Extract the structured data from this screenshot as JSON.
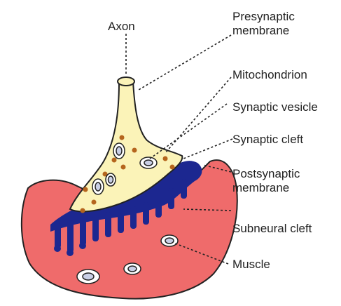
{
  "diagram": {
    "colors": {
      "axon_fill": "#fbf3b8",
      "muscle_fill": "#ef6b6b",
      "membrane_fill": "#1c2790",
      "mitochondrion_fill": "#b5651d",
      "vesicle_fill": "#c9cfe6",
      "outline": "#222222"
    },
    "labels": {
      "axon": "Axon",
      "presynaptic_1": "Presynaptic",
      "presynaptic_2": "membrane",
      "mitochondrion": "Mitochondrion",
      "synaptic_vesicle": "Synaptic vesicle",
      "synaptic_cleft": "Synaptic cleft",
      "postsynaptic_1": "Postsynaptic",
      "postsynaptic_2": "membrane",
      "subneural_cleft": "Subneural cleft",
      "muscle": "Muscle"
    }
  }
}
